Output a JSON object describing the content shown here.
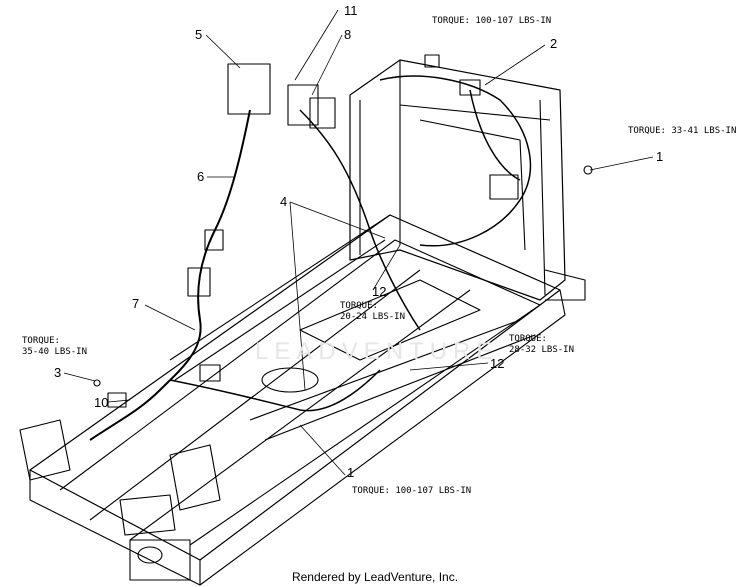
{
  "watermark": "LEADVENTURE",
  "callouts": {
    "c1a": "1",
    "c1b": "1",
    "c2": "2",
    "c3": "3",
    "c4": "4",
    "c5": "5",
    "c6": "6",
    "c7": "7",
    "c8": "8",
    "c10": "10",
    "c11": "11",
    "c12a": "12",
    "c12b": "12"
  },
  "torque_specs": {
    "top": "TORQUE: 100-107 LBS-IN",
    "right": "TORQUE: 33-41 LBS-IN",
    "center": "TORQUE:\n20-24 LBS-IN",
    "left": "TORQUE:\n35-40 LBS-IN",
    "right_lower": "TORQUE:\n28-32 LBS-IN",
    "bottom": "TORQUE: 100-107 LBS-IN"
  },
  "footer": "Rendered by LeadVenture, Inc."
}
